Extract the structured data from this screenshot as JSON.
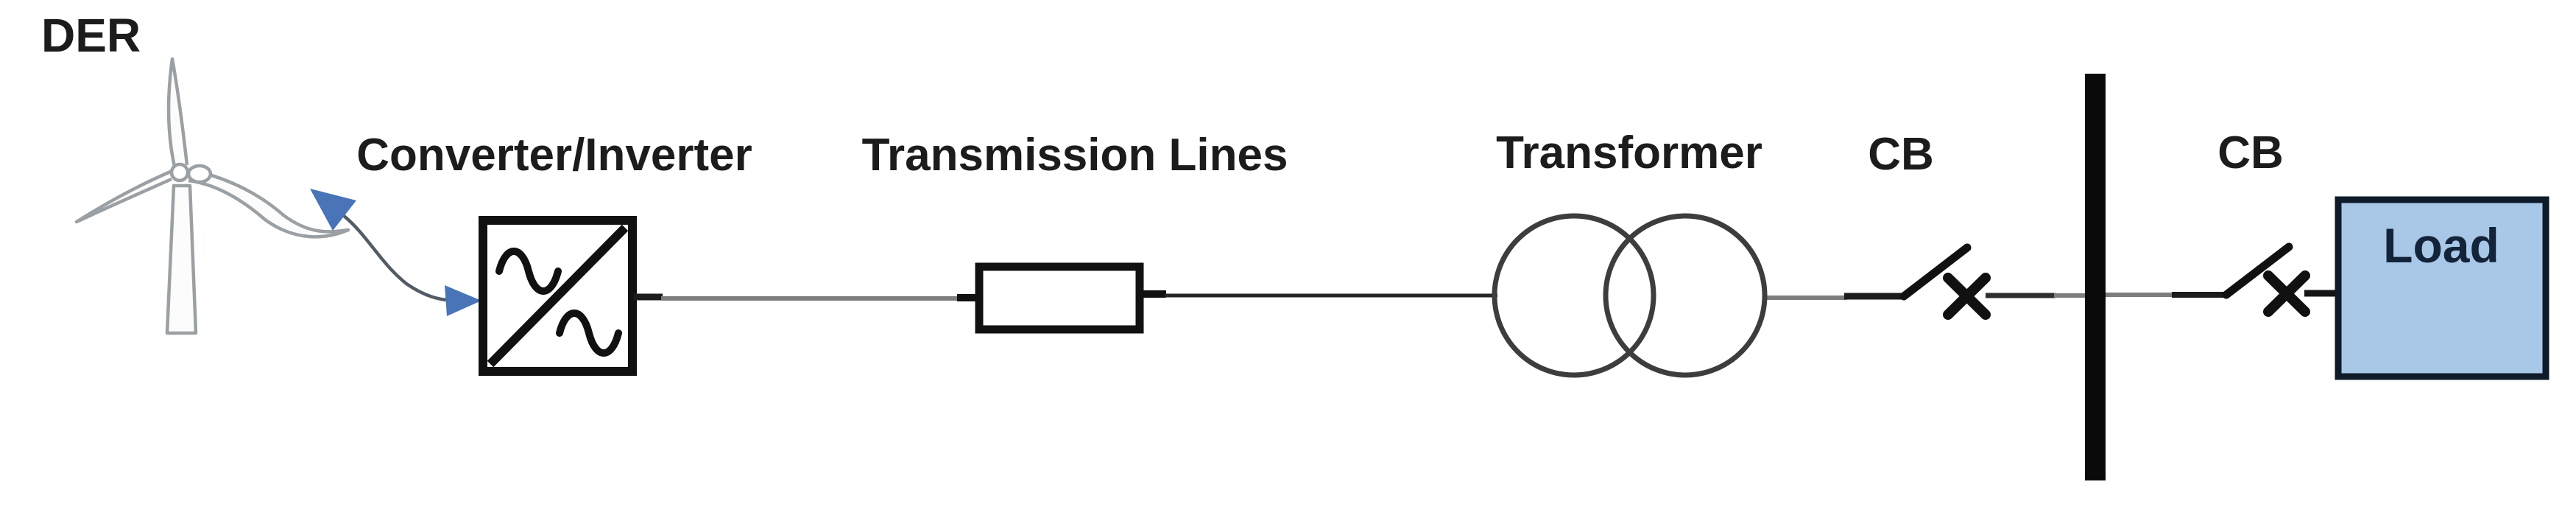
{
  "diagram": {
    "type": "power-system-single-line-diagram",
    "background": "#ffffff",
    "labels": {
      "der": "DER",
      "converter": "Converter/Inverter",
      "transmission": "Transmission Lines",
      "transformer": "Transformer",
      "cb_left": "CB",
      "cb_right": "CB",
      "load": "Load"
    },
    "components_in_order": [
      "DER wind turbine",
      "bidirectional arrow",
      "Converter/Inverter box",
      "Transmission Lines box",
      "Transformer (two overlapping circles)",
      "Circuit breaker (open switch with X)",
      "Bus bar",
      "Circuit breaker (open switch with X)",
      "Load block"
    ],
    "colors": {
      "label_text": "#1c1c1c",
      "symbol_black": "#111111",
      "bus_black": "#0a0a0a",
      "wire_gray": "#7d7d7d",
      "wire_dark": "#262626",
      "transformer_stroke": "#3d3d3d",
      "turbine_gray": "#9aa0a3",
      "arrow_blue": "#4a74b8",
      "arrow_line": "#525c66",
      "load_fill": "#a9c7e6",
      "load_border": "#0e1b28",
      "load_text": "#13243a"
    }
  }
}
